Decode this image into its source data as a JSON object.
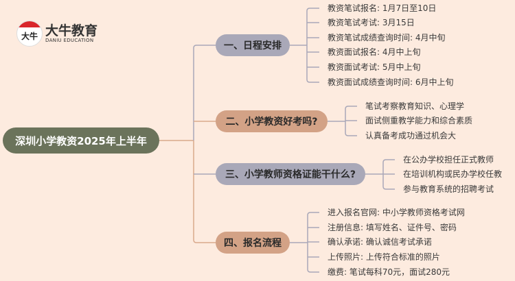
{
  "logo": {
    "mark": "大牛",
    "name": "大牛教育",
    "subtitle": "DANIU EDUCATION"
  },
  "root": "深圳小学教资2025年上半年",
  "branches": [
    {
      "label": "一、日程安排",
      "leaves": [
        "教资笔试报名: 1月7日至10日",
        "教资笔试考试: 3月15日",
        "教资笔试成绩查询时间: 4月中旬",
        "教资面试报名: 4月中上旬",
        "教资面试考试: 5月中上旬",
        "教资面试成绩查询时间: 6月中上旬"
      ]
    },
    {
      "label": "二、小学教资好考吗?",
      "leaves": [
        "笔试考察教育知识、心理学",
        "面试侧重教学能力和综合素质",
        "认真备考成功通过机会大"
      ]
    },
    {
      "label": "三、小学教师资格证能干什么?",
      "leaves": [
        "在公办学校担任正式教师",
        "在培训机构或民办学校任教",
        "参与教育系统的招聘考试"
      ]
    },
    {
      "label": "四、报名流程",
      "leaves": [
        "进入报名官网: 中小学教师资格考试网",
        "注册信息: 填写姓名、证件号、密码",
        "确认承诺: 确认诚信考试承诺",
        "上传照片: 上传符合标准的照片",
        "缴费: 笔试每科70元，面试280元"
      ]
    }
  ],
  "colors": {
    "background": "#fdebdf",
    "root": "#6b735b",
    "gray": "#a9a8b8",
    "tan": "#d3a286"
  }
}
